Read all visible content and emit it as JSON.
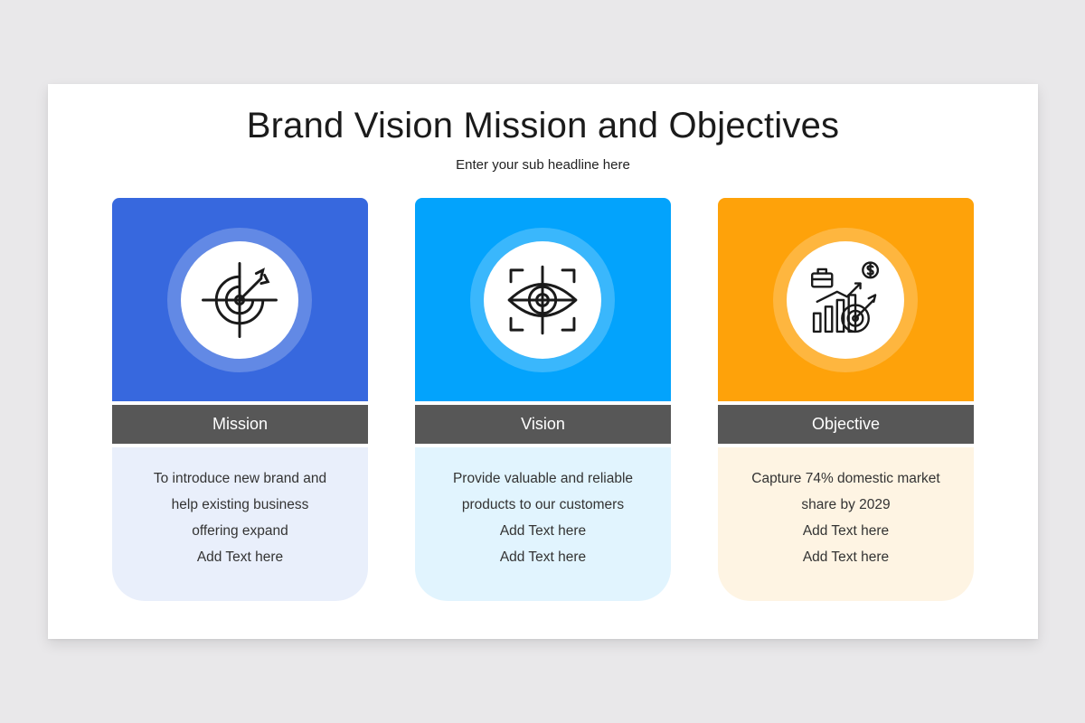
{
  "title": "Brand Vision Mission and Objectives",
  "subtitle": "Enter your sub headline here",
  "colors": {
    "mission_accent": "#3768de",
    "vision_accent": "#03a3fc",
    "objective_accent": "#fea20a",
    "label_bar": "#575757",
    "mission_body": "#e9effb",
    "vision_body": "#e1f4fe",
    "objective_body": "#fef4e3"
  },
  "cards": [
    {
      "icon": "target-arrow-icon",
      "label": "Mission",
      "lines": [
        "To introduce new brand and",
        "help existing business",
        "offering expand",
        "Add Text here"
      ]
    },
    {
      "icon": "eye-focus-icon",
      "label": "Vision",
      "lines": [
        "Provide valuable and reliable",
        "products to our customers",
        "Add Text here",
        "Add Text here"
      ]
    },
    {
      "icon": "business-growth-target-icon",
      "label": "Objective",
      "lines": [
        "Capture 74% domestic market",
        "share by 2029",
        "Add Text here",
        "Add Text here"
      ]
    }
  ]
}
